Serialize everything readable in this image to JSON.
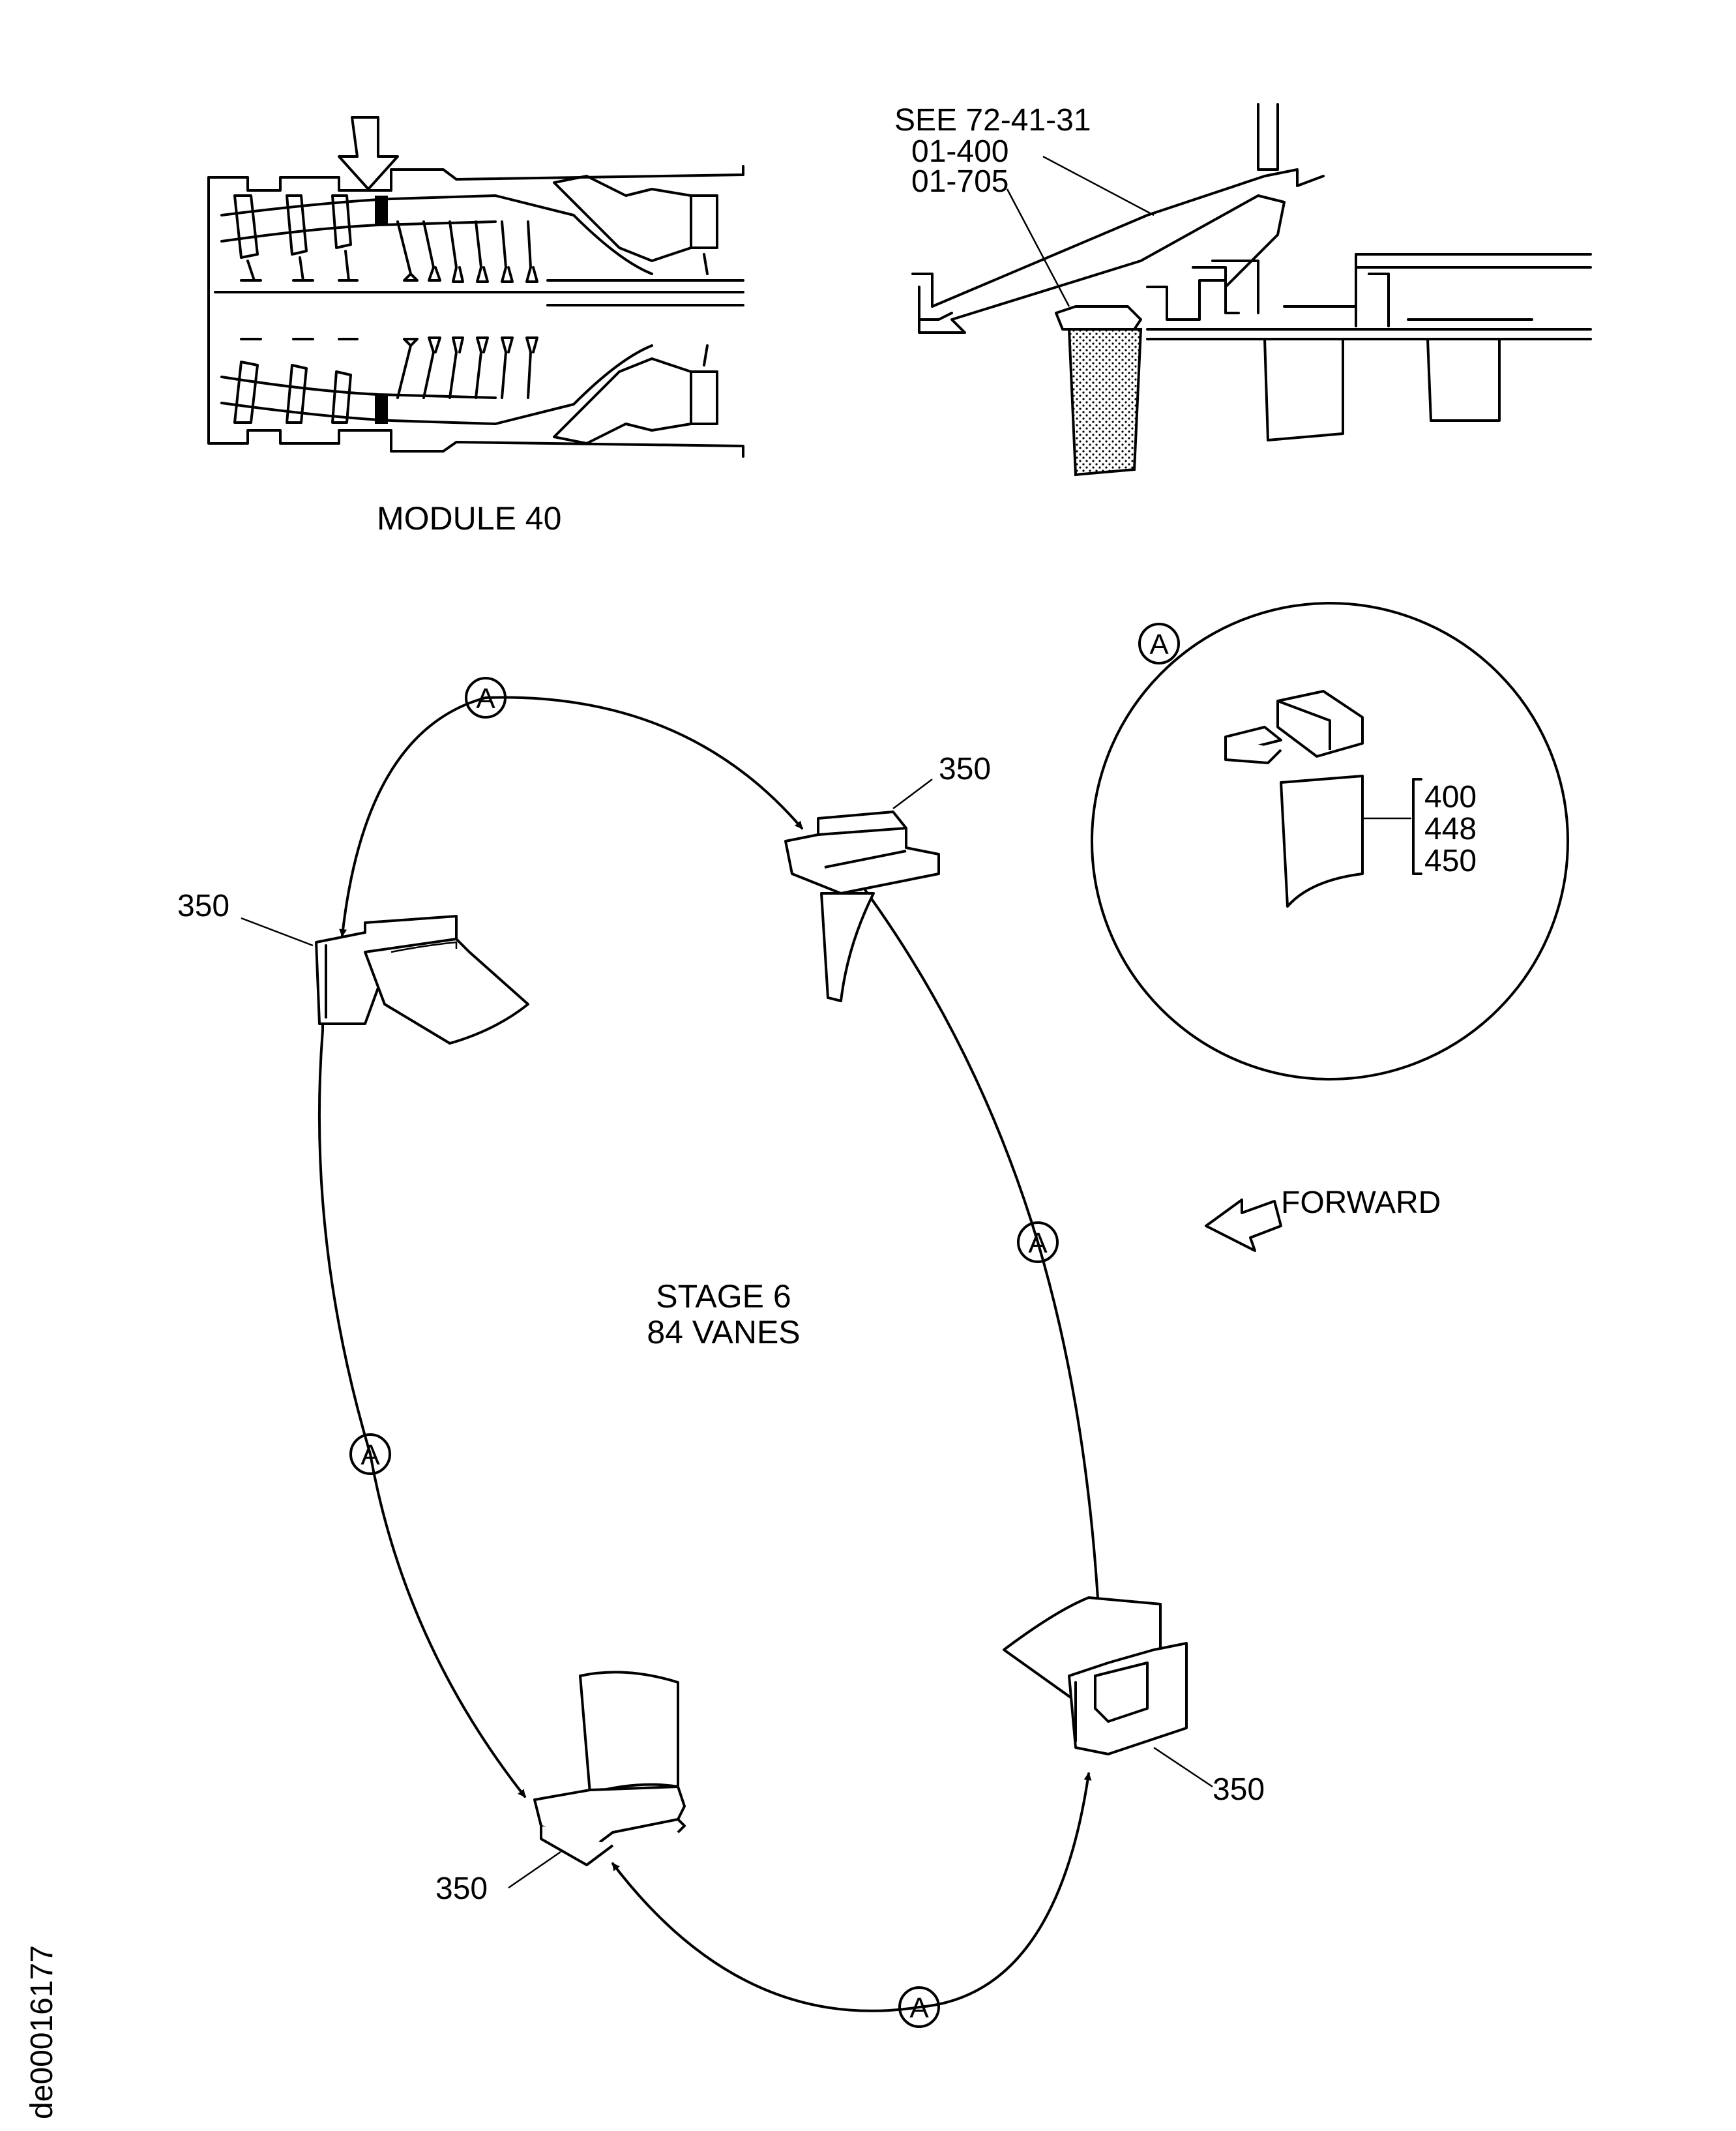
{
  "engine_view": {
    "caption": "MODULE 40"
  },
  "section_view": {
    "see_ref": "SEE 72-41-31",
    "refs": [
      "01-400",
      "01-705"
    ]
  },
  "detail_a": {
    "tag": "A",
    "part_numbers": [
      "400",
      "448",
      "450"
    ]
  },
  "stage": {
    "line1": "STAGE 6",
    "line2": "84 VANES"
  },
  "forward": {
    "label": "FORWARD"
  },
  "ring": {
    "tags": [
      "A",
      "A",
      "A",
      "A"
    ],
    "part_labels": [
      "350",
      "350",
      "350",
      "350"
    ]
  },
  "doc_id": "de00016177"
}
